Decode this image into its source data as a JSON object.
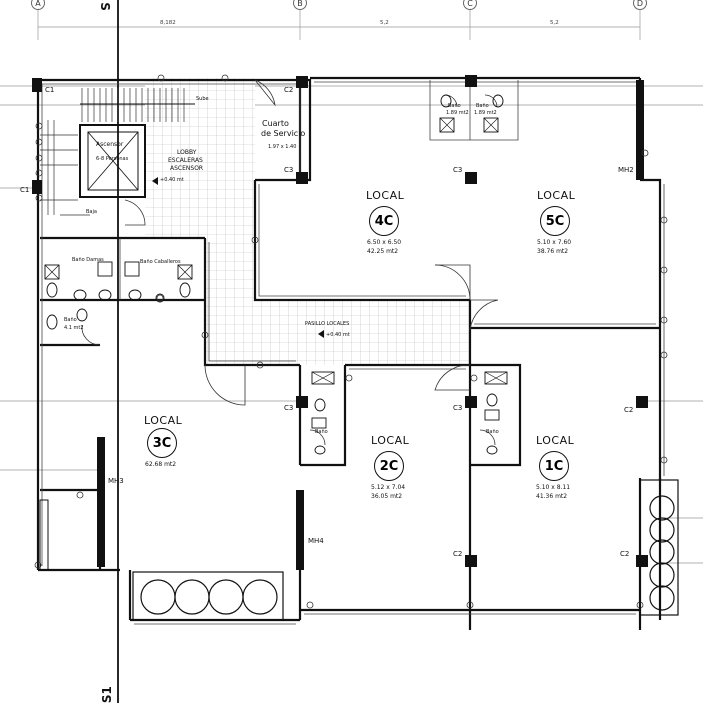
{
  "axes": {
    "a": "A",
    "b": "B",
    "c": "C",
    "d": "D",
    "s_top": "S",
    "s_bottom": "S1"
  },
  "dims": {
    "d1": "8,182",
    "d2": "5,2",
    "d3": "5,2"
  },
  "units": {
    "u4c": {
      "name": "LOCAL",
      "code": "4C",
      "size": "6.50 x 6.50",
      "area": "42.25 mt2"
    },
    "u5c": {
      "name": "LOCAL",
      "code": "5C",
      "size": "5.10 x 7.60",
      "area": "38.76 mt2"
    },
    "u3c": {
      "name": "LOCAL",
      "code": "3C",
      "area": "62.68 mt2"
    },
    "u2c": {
      "name": "LOCAL",
      "code": "2C",
      "size": "5.12 x 7.04",
      "area": "36.05 mt2"
    },
    "u1c": {
      "name": "LOCAL",
      "code": "1C",
      "size": "5.10 x 8.11",
      "area": "41.36 mt2"
    }
  },
  "rooms": {
    "cuarto_l1": "Cuarto",
    "cuarto_l2": "de Servicio",
    "cuarto_size": "1.97 x 1.40",
    "lobby_l1": "LOBBY",
    "lobby_l2": "ESCALERAS",
    "lobby_l3": "ASCENSOR",
    "lobby_level": "+0.40 mt",
    "ascensor": "Ascensor",
    "ascensor_cap": "6-8 Personas",
    "pasillo": "PASILLO LOCALES",
    "pasillo_level": "+0.40 mt",
    "bano": "Baño",
    "bano_damas": "Baño Damas",
    "bano_caballeros": "Baño Caballeros",
    "bano_area_5c": "1.89 mt2",
    "bano_area_4c": "1.89 mt2",
    "bano_small": "4.1 mt2",
    "subida": "Sube",
    "baja": "Baja"
  },
  "columns": {
    "c1a": "C1",
    "c1b": "C1",
    "c2a": "C2",
    "c3a": "C3",
    "c3b": "C3",
    "c3c": "C3",
    "c3d": "C3",
    "c2b": "C2",
    "c2c": "C2",
    "c2d": "C2"
  },
  "mh": {
    "mh2": "MH2",
    "mh3": "MH3",
    "mh4": "MH4"
  }
}
